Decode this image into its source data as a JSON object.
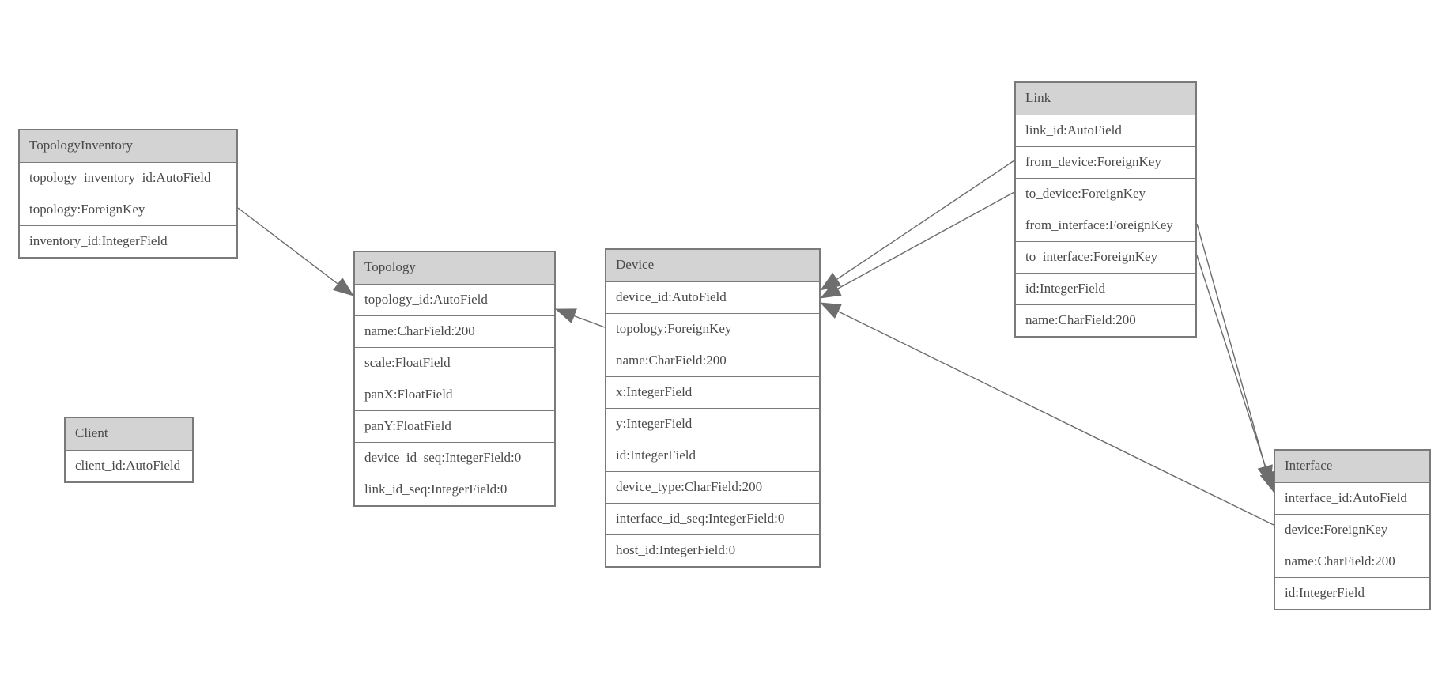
{
  "diagram": {
    "type": "entity-relationship-model-graph",
    "colors": {
      "background": "#ffffff",
      "header_fill": "#d3d3d3",
      "box_border": "#7a7a7a",
      "text": "#4a4a4a",
      "edge_line": "#6b6b6b",
      "arrowhead_fill": "#6e6e6e"
    },
    "entities": [
      {
        "name": "TopologyInventory",
        "fields": [
          "topology_inventory_id:AutoField",
          "topology:ForeignKey",
          "inventory_id:IntegerField"
        ]
      },
      {
        "name": "Topology",
        "fields": [
          "topology_id:AutoField",
          "name:CharField:200",
          "scale:FloatField",
          "panX:FloatField",
          "panY:FloatField",
          "device_id_seq:IntegerField:0",
          "link_id_seq:IntegerField:0"
        ]
      },
      {
        "name": "Client",
        "fields": [
          "client_id:AutoField"
        ]
      },
      {
        "name": "Device",
        "fields": [
          "device_id:AutoField",
          "topology:ForeignKey",
          "name:CharField:200",
          "x:IntegerField",
          "y:IntegerField",
          "id:IntegerField",
          "device_type:CharField:200",
          "interface_id_seq:IntegerField:0",
          "host_id:IntegerField:0"
        ]
      },
      {
        "name": "Link",
        "fields": [
          "link_id:AutoField",
          "from_device:ForeignKey",
          "to_device:ForeignKey",
          "from_interface:ForeignKey",
          "to_interface:ForeignKey",
          "id:IntegerField",
          "name:CharField:200"
        ]
      },
      {
        "name": "Interface",
        "fields": [
          "interface_id:AutoField",
          "device:ForeignKey",
          "name:CharField:200",
          "id:IntegerField"
        ]
      }
    ],
    "relations": [
      {
        "from": "TopologyInventory",
        "from_field": "topology:ForeignKey",
        "from_side": "right",
        "to": "Topology",
        "to_field": "topology_id:AutoField",
        "to_side": "left"
      },
      {
        "from": "Device",
        "from_field": "topology:ForeignKey",
        "from_side": "left",
        "to": "Topology",
        "to_field": "topology_id:AutoField",
        "to_side": "right"
      },
      {
        "from": "Link",
        "from_field": "from_device:ForeignKey",
        "from_side": "left",
        "to": "Device",
        "to_field": "device_id:AutoField",
        "to_side": "right"
      },
      {
        "from": "Link",
        "from_field": "to_device:ForeignKey",
        "from_side": "left",
        "to": "Device",
        "to_field": "device_id:AutoField",
        "to_side": "right"
      },
      {
        "from": "Link",
        "from_field": "from_interface:ForeignKey",
        "from_side": "right",
        "to": "Interface",
        "to_field": "interface_id:AutoField",
        "to_side": "left"
      },
      {
        "from": "Link",
        "from_field": "to_interface:ForeignKey",
        "from_side": "right",
        "to": "Interface",
        "to_field": "interface_id:AutoField",
        "to_side": "left"
      },
      {
        "from": "Interface",
        "from_field": "device:ForeignKey",
        "from_side": "left",
        "to": "Device",
        "to_field": "device_id:AutoField",
        "to_side": "right"
      }
    ]
  }
}
